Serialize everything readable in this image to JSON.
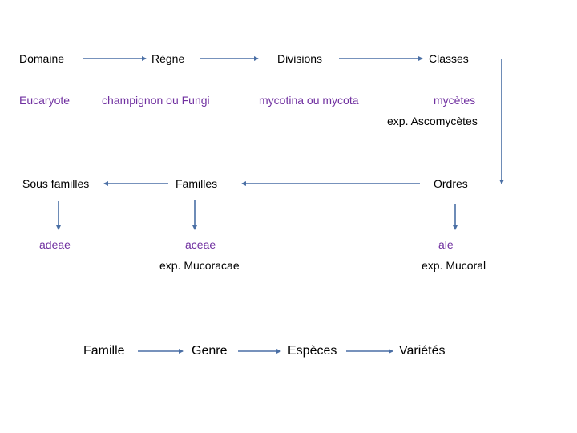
{
  "colors": {
    "text": "#000000",
    "accent_text": "#7030a0",
    "arrow": "#4a6fa5"
  },
  "top_row": {
    "domaine": "Domaine",
    "regne": "Règne",
    "divisions": "Divisions",
    "classes": "Classes"
  },
  "examples_row": {
    "eucaryote": "Eucaryote",
    "regne_value": "champignon ou Fungi",
    "division_value": "mycotina ou mycota",
    "classe_value": "mycètes",
    "classe_example": "exp. Ascomycètes"
  },
  "middle_row": {
    "sous_familles": "Sous familles",
    "familles": "Familles",
    "ordres": "Ordres"
  },
  "suffix_row": {
    "sous_famille_suffix": "adeae",
    "famille_suffix": "aceae",
    "famille_example": "exp. Mucoracae",
    "ordre_suffix": "ale",
    "ordre_example": "exp. Mucoral"
  },
  "bottom_row": {
    "famille": "Famille",
    "genre": "Genre",
    "especes": "Espèces",
    "varietes": "Variétés"
  }
}
